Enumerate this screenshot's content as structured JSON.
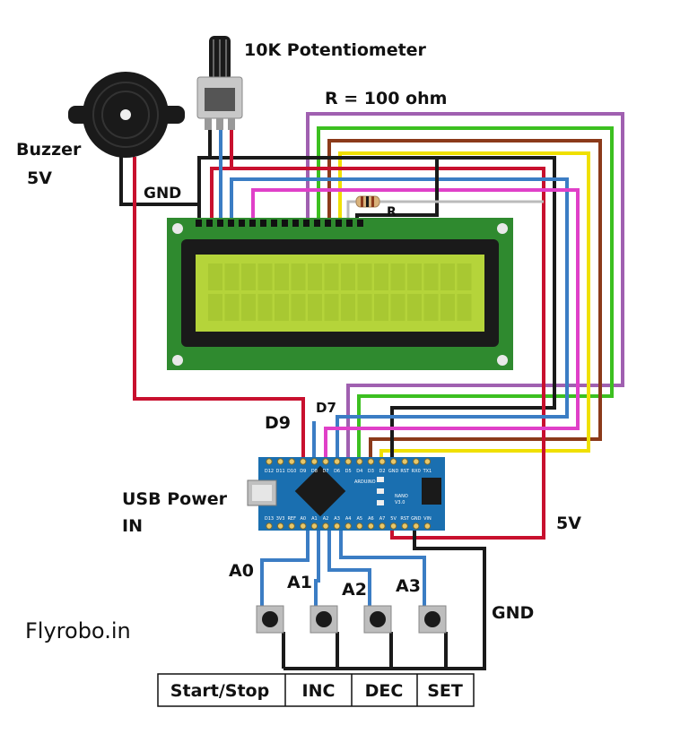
{
  "labels": {
    "potentiometer": "10K Potentiometer",
    "resistor": "R = 100 ohm",
    "resistor_short": "R",
    "buzzer_line1": "Buzzer",
    "buzzer_line2": "5V",
    "gnd_top": "GND",
    "d9": "D9",
    "d7": "D7",
    "usb_line1": "USB Power",
    "usb_line2": "IN",
    "five_v": "5V",
    "gnd_bottom": "GND",
    "a0": "A0",
    "a1": "A1",
    "a2": "A2",
    "a3": "A3",
    "website": "Flyrobo.in"
  },
  "button_labels": [
    "Start/Stop",
    "INC",
    "DEC",
    "SET"
  ],
  "board": {
    "pins_top": [
      "D12",
      "D11",
      "D10",
      "D9",
      "D8",
      "D7",
      "D6",
      "D5",
      "D4",
      "D3",
      "D2",
      "GND",
      "RST",
      "RX0",
      "TX1"
    ],
    "pins_bottom": [
      "D13",
      "3V3",
      "REF",
      "A0",
      "A1",
      "A2",
      "A3",
      "A4",
      "A5",
      "A6",
      "A7",
      "5V",
      "RST",
      "GND",
      "VIN"
    ],
    "name": "ARDUINO",
    "model": "NANO",
    "version": "V3.0"
  },
  "colors": {
    "red": "#c8102e",
    "black": "#1a1a1a",
    "blue": "#3b7dc4",
    "magenta": "#e040c8",
    "purple": "#a060b0",
    "green": "#3cc020",
    "brown": "#8b3a1a",
    "yellow": "#f0e000",
    "pcb_green": "#2f8a2f",
    "lcd_screen": "#b5d43a",
    "nano_blue": "#1a6fb0"
  }
}
